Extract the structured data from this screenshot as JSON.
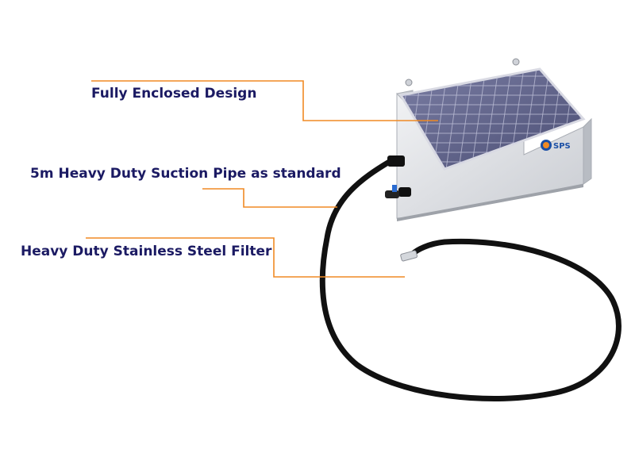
{
  "callouts": {
    "fully_enclosed": "Fully Enclosed Design",
    "suction_pipe": "5m Heavy Duty Suction Pipe as standard",
    "steel_filter": "Heavy Duty Stainless Steel Filter"
  },
  "badge": {
    "text": "SPS"
  },
  "colors": {
    "callout_text": "#1b1a63",
    "leader_line": "#f08a24",
    "panel": "#5c5f86",
    "box": "#d7dadf",
    "hose": "#111111"
  },
  "icons": {
    "logo": "sps-logo-icon"
  }
}
